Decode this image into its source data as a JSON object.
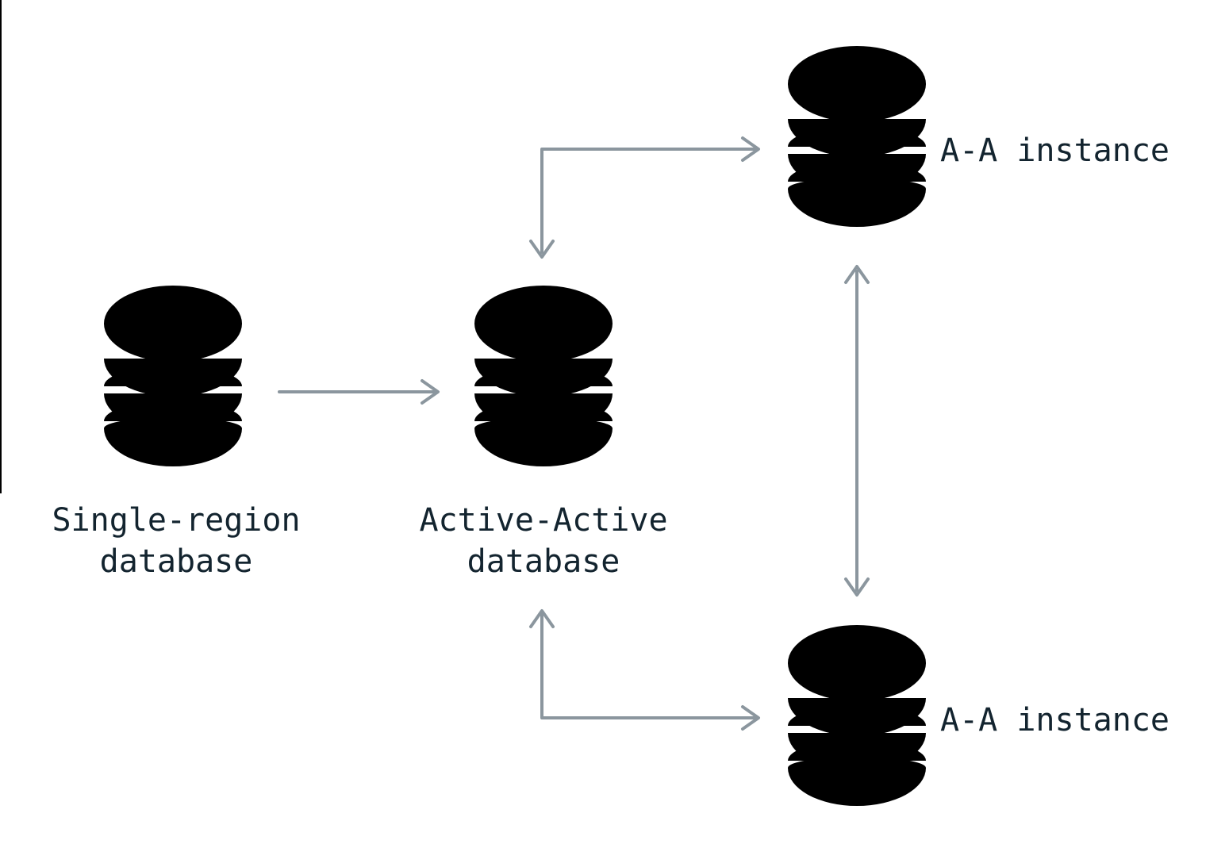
{
  "diagram": {
    "nodes": {
      "single_region": {
        "label": "Single-region\ndatabase",
        "icon": "database-cylinder-icon",
        "color_role": "red"
      },
      "active_active": {
        "label": "Active-Active\ndatabase",
        "icon": "database-cylinder-icon",
        "color_role": "red"
      },
      "aa_instance_top": {
        "label": "A-A instance",
        "icon": "database-cylinder-icon",
        "color_role": "dark"
      },
      "aa_instance_bottom": {
        "label": "A-A instance",
        "icon": "database-cylinder-icon",
        "color_role": "dark"
      }
    },
    "connections": [
      {
        "from": "single_region",
        "to": "active_active",
        "arrows": "one-way-right",
        "shape": "straight"
      },
      {
        "from": "active_active",
        "to": "aa_instance_top",
        "arrows": "two-way",
        "shape": "elbow"
      },
      {
        "from": "aa_instance_top",
        "to": "aa_instance_bottom",
        "arrows": "two-way",
        "shape": "straight"
      },
      {
        "from": "active_active",
        "to": "aa_instance_bottom",
        "arrows": "two-way",
        "shape": "elbow"
      }
    ]
  },
  "colors": {
    "red": "#F64339",
    "red_light": "#FBD2CC",
    "dark": "#152531",
    "gray_back": "#C9CFD4",
    "arrow": "#8B969E",
    "text": "#13242F",
    "edge": "#000000"
  }
}
